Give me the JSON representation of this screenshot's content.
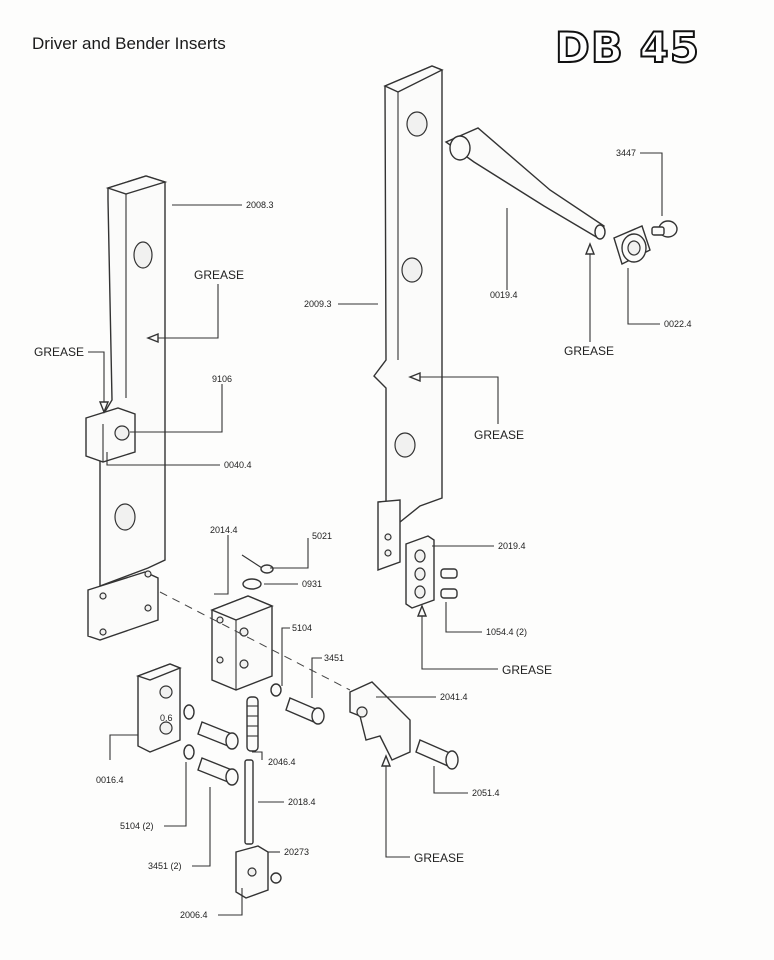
{
  "title": "Driver and Bender Inserts",
  "badge": "DB 45",
  "labels": {
    "p2008_3": "2008.3",
    "p2009_3": "2009.3",
    "p0019_4": "0019.4",
    "p3447": "3447",
    "p0022_4": "0022.4",
    "p9106": "9106",
    "p0040_4": "0040.4",
    "p2014_4": "2014.4",
    "p5021": "5021",
    "p0931": "0931",
    "p5104": "5104",
    "p3451": "3451",
    "p2019_4": "2019.4",
    "p1054_4": "1054.4 (2)",
    "p2041_4": "2041.4",
    "p0_6": "0.6",
    "p0016_4": "0016.4",
    "p2046_4": "2046.4",
    "p2018_4": "2018.4",
    "p2051_4": "2051.4",
    "p5104_2": "5104 (2)",
    "p20273": "20273",
    "p3451_2": "3451 (2)",
    "p2006_4": "2006.4"
  },
  "grease": "GREASE"
}
